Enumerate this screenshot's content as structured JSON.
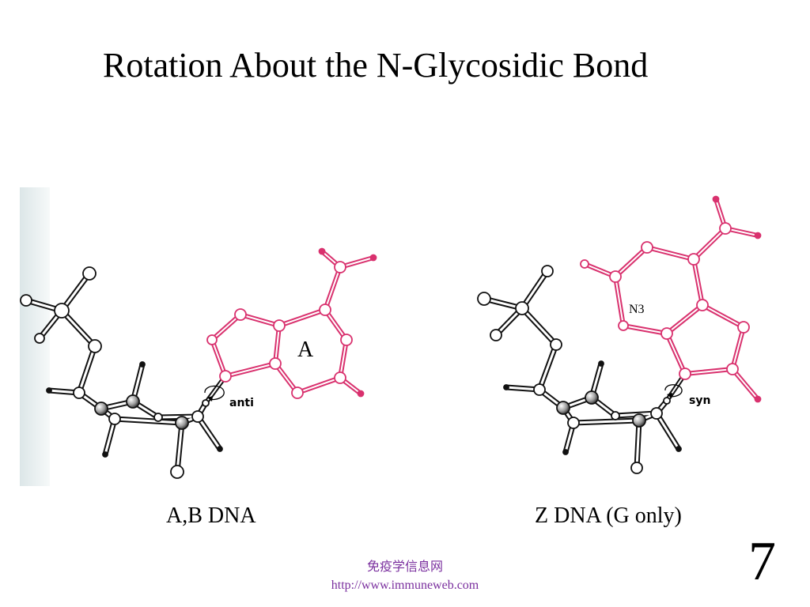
{
  "slide": {
    "title": "Rotation About the N-Glycosidic Bond",
    "page_number": "7"
  },
  "figures": {
    "left": {
      "caption": "A,B DNA",
      "ring_label": "A",
      "rotation_label": "anti"
    },
    "right": {
      "caption": "Z DNA (G only)",
      "atom_label": "N3",
      "rotation_label": "syn"
    }
  },
  "footer": {
    "site_name": "免疫学信息网",
    "url": "http://www.immuneweb.com"
  },
  "colors": {
    "background": "#ffffff",
    "base_atoms": "#d9316e",
    "backbone_atoms": "#111111",
    "footer_text": "#7a2f9e",
    "scan_edge": "#e3ebec"
  }
}
